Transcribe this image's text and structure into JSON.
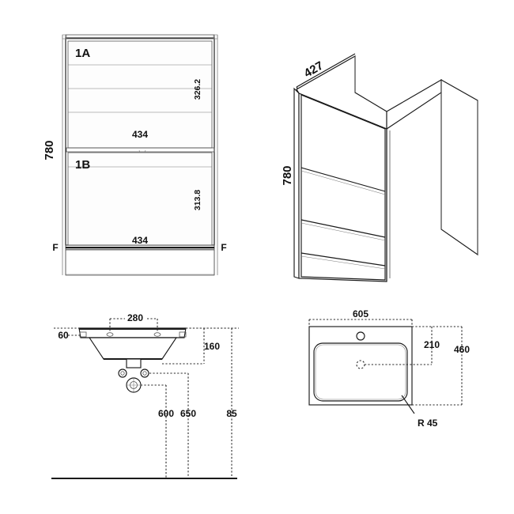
{
  "drawing": {
    "title": "Bathroom vanity unit and basin technical drawing",
    "background_color": "#ffffff",
    "line_color": "#1a1a1a",
    "text_color": "#111111"
  },
  "views": {
    "front_elevation": {
      "name": "front-elevation-view",
      "drawer_labels": [
        "1A",
        "1B"
      ],
      "dimensions": {
        "overall_height": "780",
        "upper_drawer_height": "326.2",
        "lower_drawer_height": "313.8",
        "upper_width": "434",
        "lower_width": "434"
      },
      "markers": {
        "left": "F",
        "right": "F"
      }
    },
    "isometric": {
      "name": "isometric-cabinet-view",
      "dimensions": {
        "depth": "427",
        "height": "780"
      }
    },
    "basin_section": {
      "name": "basin-section-view",
      "dimensions": {
        "tap_spacing": "280",
        "rim_thickness": "60",
        "basin_depth": "160",
        "waste_height": "600",
        "trap_height": "650",
        "floor_offset": "85"
      }
    },
    "basin_plan": {
      "name": "basin-plan-view",
      "dimensions": {
        "width": "605",
        "waste_offset": "210",
        "depth": "460",
        "corner_radius": "R 45"
      }
    }
  }
}
